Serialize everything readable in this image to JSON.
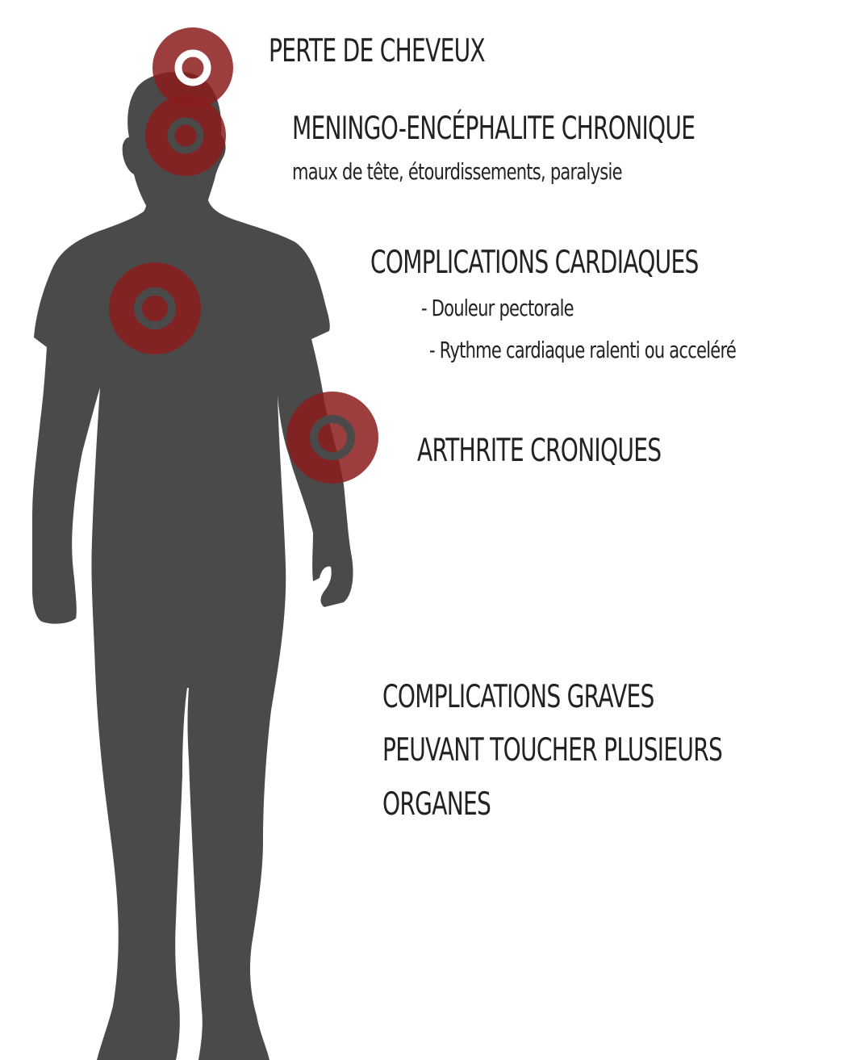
{
  "colors": {
    "silhouette": "#4a4a4a",
    "target_ring": "#8b1c1c",
    "target_inner_on_body": "#4a4a4a",
    "target_inner_off_body": "#ffffff",
    "text": "#222222",
    "background": "#ffffff"
  },
  "icons": {
    "figure": "human-silhouette",
    "marker": "target-circle"
  },
  "labels": {
    "hair": {
      "title": "PERTE DE CHEVEUX"
    },
    "brain": {
      "title": "MENINGO-ENCÉPHALITE CHRONIQUE",
      "detail": "maux de tête, étourdissements, paralysie"
    },
    "heart": {
      "title": "COMPLICATIONS CARDIAQUES",
      "items": [
        "- Douleur pectorale",
        "- Rythme cardiaque ralenti ou acceléré"
      ]
    },
    "joint": {
      "title": "ARTHRITE CRONIQUES"
    },
    "organs": {
      "lines": [
        "COMPLICATIONS GRAVES",
        "PEUVANT TOUCHER PLUSIEURS",
        "ORGANES"
      ]
    }
  }
}
